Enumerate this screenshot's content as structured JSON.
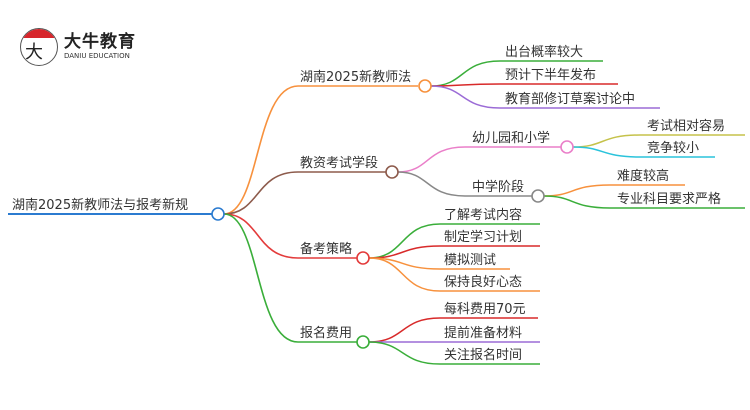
{
  "logo": {
    "mark": "大牛",
    "name_cn": "大牛教育",
    "name_en": "DANIU EDUCATION"
  },
  "root": "湖南2025新教师法与报考新规",
  "branches": [
    {
      "label": "湖南2025新教师法",
      "children": [
        "出台概率较大",
        "预计下半年发布",
        "教育部修订草案讨论中"
      ]
    },
    {
      "label": "教资考试学段",
      "children": [
        {
          "label": "幼儿园和小学",
          "children": [
            "考试相对容易",
            "竞争较小"
          ]
        },
        {
          "label": "中学阶段",
          "children": [
            "难度较高",
            "专业科目要求严格"
          ]
        }
      ]
    },
    {
      "label": "备考策略",
      "children": [
        "了解考试内容",
        "制定学习计划",
        "模拟测试",
        "保持良好心态"
      ]
    },
    {
      "label": "报名费用",
      "children": [
        "每科费用70元",
        "提前准备材料",
        "关注报名时间"
      ]
    }
  ]
}
